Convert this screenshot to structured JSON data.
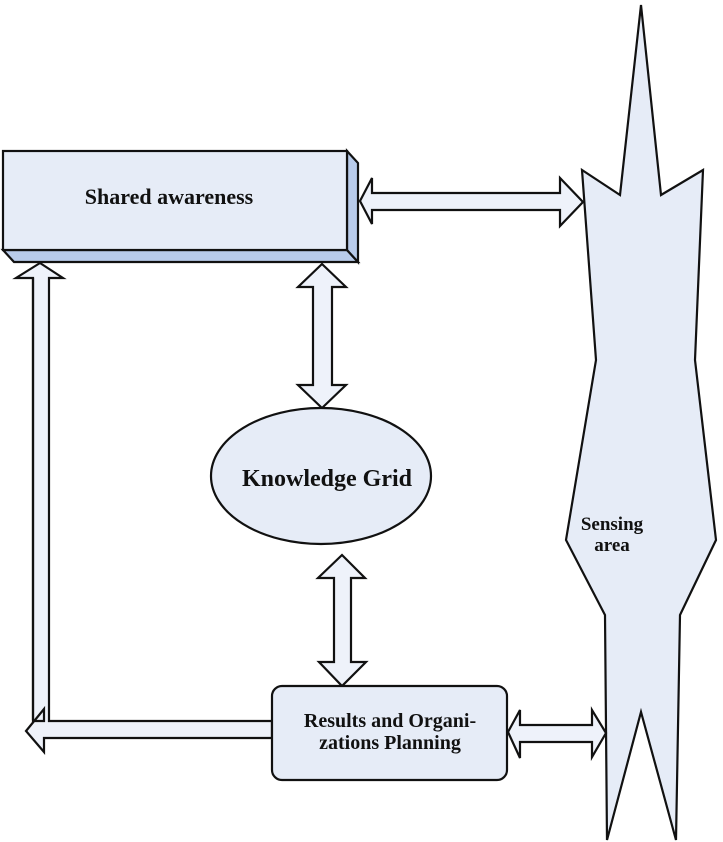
{
  "diagram": {
    "nodes": {
      "shared_awareness": {
        "label": "Shared awareness",
        "shape": "3d-box"
      },
      "knowledge_grid": {
        "label": "Knowledge Grid",
        "shape": "ellipse"
      },
      "results_planning": {
        "label_line1": "Results and Organi-",
        "label_line2": "zations Planning",
        "shape": "rounded-rect"
      },
      "sensing_area": {
        "label_line1": "Sensing",
        "label_line2": "area",
        "shape": "spiked-column"
      }
    },
    "edges": [
      {
        "from": "shared_awareness",
        "to": "sensing_area",
        "type": "bidirectional"
      },
      {
        "from": "shared_awareness",
        "to": "knowledge_grid",
        "type": "bidirectional"
      },
      {
        "from": "knowledge_grid",
        "to": "results_planning",
        "type": "bidirectional"
      },
      {
        "from": "results_planning",
        "to": "sensing_area",
        "type": "bidirectional"
      },
      {
        "from": "results_planning",
        "to": "shared_awareness",
        "type": "directed"
      }
    ],
    "colors": {
      "fill": "#e6ecf7",
      "box_side": "#b8cbea",
      "arrow_fill": "#eef2fa",
      "stroke": "#111111"
    }
  }
}
